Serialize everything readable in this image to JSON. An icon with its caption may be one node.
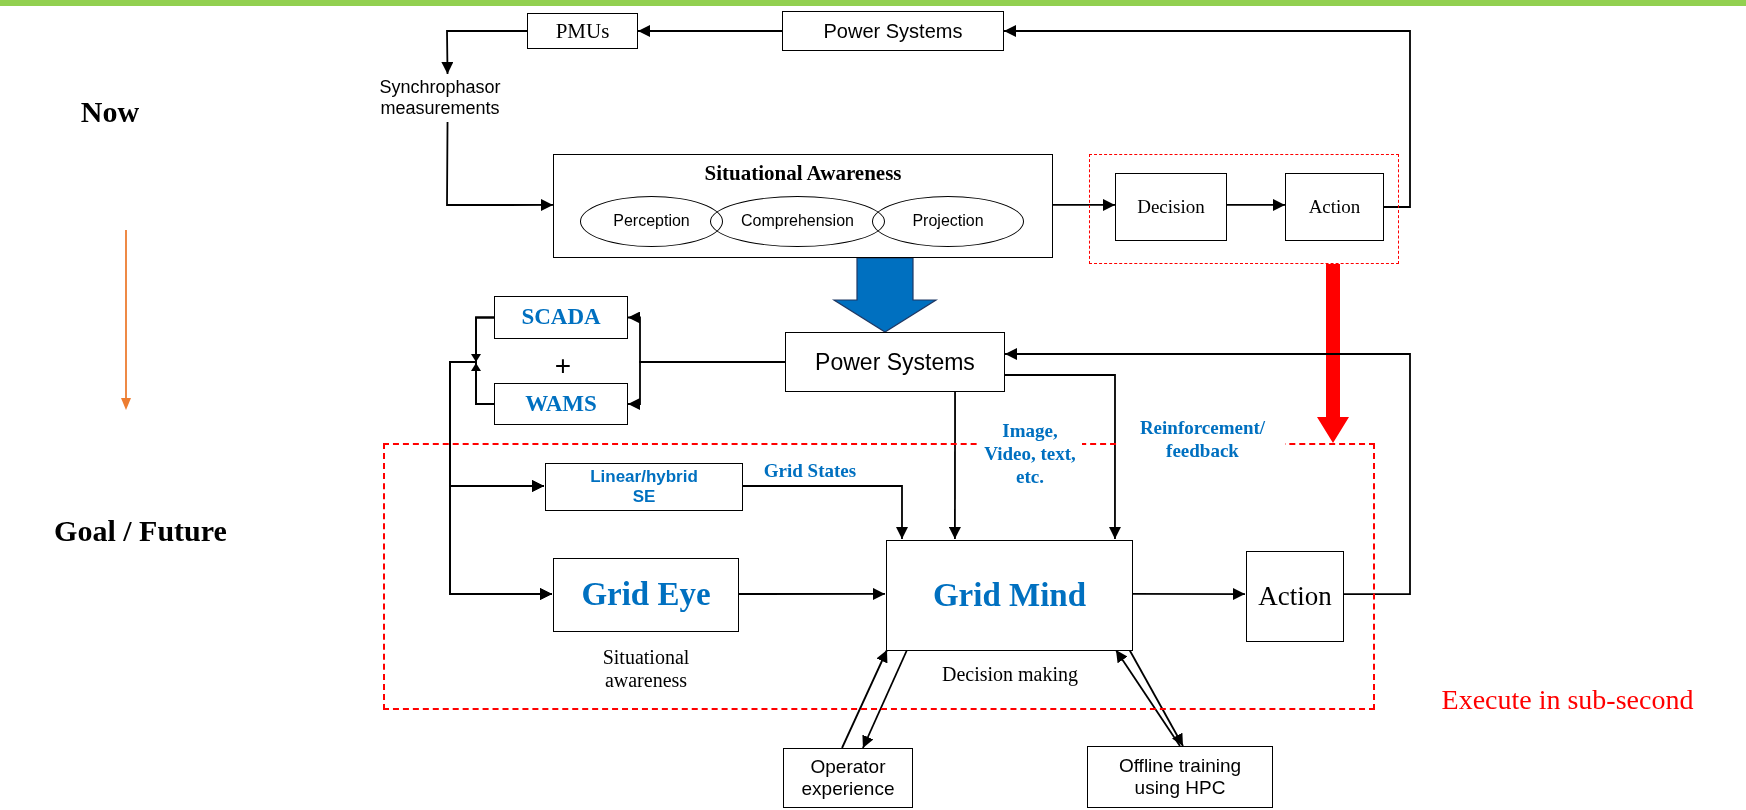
{
  "diagram": {
    "nodes": [
      {
        "text": [
          "PMUs"
        ]
      },
      {
        "text": [
          "Power Systems"
        ]
      },
      {
        "text": [
          "Synchrophasor measurements"
        ]
      },
      {
        "text": [
          "Situational Awareness"
        ]
      },
      {
        "text": [
          "Perception"
        ],
        "in": 3
      },
      {
        "text": [
          "Comprehension"
        ],
        "in": 3
      },
      {
        "text": [
          "Projection"
        ],
        "in": 3
      },
      {
        "text": [],
        "shape": "box"
      },
      {
        "text": [
          "Decision"
        ],
        "in": 7
      },
      {
        "text": [
          "Action"
        ],
        "in": 7
      },
      {
        "text": [
          "SCADA"
        ]
      },
      {
        "text": [
          "WAMS"
        ]
      },
      {
        "text": [
          "Power Systems"
        ]
      },
      {
        "text": [],
        "shape": "box",
        "beside": [
          "Execute in sub-second"
        ]
      },
      {
        "text": [
          "Linear/hybrid SE"
        ],
        "in": 13
      },
      {
        "text": [
          "Grid Eye"
        ],
        "in": 13,
        "beside": [
          "Situational awareness"
        ]
      },
      {
        "text": [
          "Grid Mind"
        ],
        "in": 13,
        "beside": [
          "Decision making"
        ]
      },
      {
        "text": [
          "Action"
        ],
        "in": 13
      },
      {
        "text": [
          "Operator experience"
        ]
      },
      {
        "text": [
          "Offline training using HPC"
        ]
      }
    ],
    "edges": [
      {
        "from": 1,
        "to": 0,
        "arrow": "to"
      },
      {
        "from": 0,
        "to": 2,
        "arrow": "to"
      },
      {
        "from": 2,
        "to": 3,
        "arrow": "to"
      },
      {
        "from": 3,
        "to": 8,
        "arrow": "to"
      },
      {
        "from": 8,
        "to": 9,
        "arrow": "to"
      },
      {
        "from": 9,
        "to": 1,
        "arrow": "to"
      },
      {
        "from": 3,
        "to": 12,
        "arrow": "to",
        "style": "thick",
        "color": "#0070c0"
      },
      {
        "from": 7,
        "to": 13,
        "arrow": "to",
        "style": "thick",
        "color": "#ff0000"
      },
      {
        "from": 12,
        "to": 10,
        "arrow": "to"
      },
      {
        "from": 12,
        "to": 11,
        "arrow": "to"
      },
      {
        "from": 10,
        "to": 14,
        "arrow": "to"
      },
      {
        "from": 11,
        "to": 14,
        "arrow": "to"
      },
      {
        "from": 10,
        "to": 15,
        "arrow": "to"
      },
      {
        "from": 11,
        "to": 15,
        "arrow": "to"
      },
      {
        "from": 14,
        "to": 16,
        "arrow": "to",
        "label": "Grid States"
      },
      {
        "from": 12,
        "to": 16,
        "arrow": "to",
        "label": "Image, Video, text, etc."
      },
      {
        "from": 12,
        "to": 16,
        "arrow": "to",
        "label": "Reinforcement/ feedback"
      },
      {
        "from": 15,
        "to": 16,
        "arrow": "to"
      },
      {
        "from": 16,
        "to": 17,
        "arrow": "to"
      },
      {
        "from": 17,
        "to": 12,
        "arrow": "to"
      },
      {
        "from": 18,
        "to": 16,
        "arrow": "to"
      },
      {
        "from": 16,
        "to": 18,
        "arrow": "to"
      },
      {
        "from": 19,
        "to": 16,
        "arrow": "to"
      },
      {
        "from": 16,
        "to": 19,
        "arrow": "to"
      }
    ],
    "labels": [
      "Now",
      "+",
      "Goal / Future"
    ]
  }
}
